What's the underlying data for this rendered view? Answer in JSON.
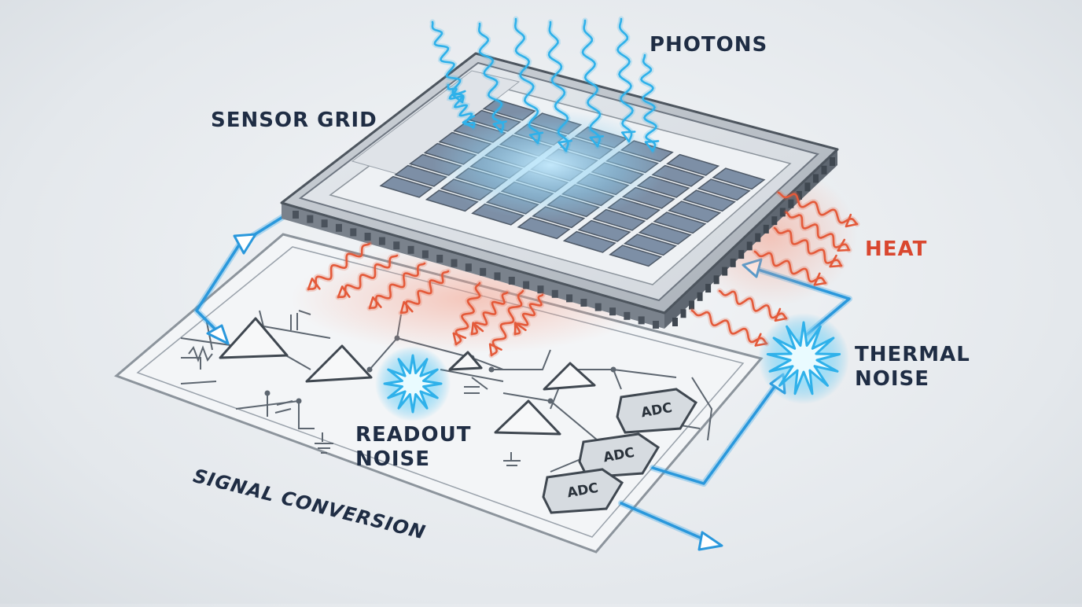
{
  "labels": {
    "photons": "PHOTONS",
    "sensor_grid": "SENSOR GRID",
    "heat": "HEAT",
    "thermal_noise": [
      "THERMAL",
      "NOISE"
    ],
    "readout_noise": [
      "READOUT",
      "NOISE"
    ],
    "signal_conversion": "SIGNAL CONVERSION",
    "adc": "ADC"
  },
  "colors": {
    "label_text": "#1f2d44",
    "heat_text": "#d9472f",
    "photon_blue": "#2fb1ea",
    "heat_red": "#e45a3a",
    "signal_blue": "#3aa7e6",
    "circuit_line": "#5d6670",
    "chip_frame": "#6e7681",
    "pixel_fill": "#7d8fa6"
  },
  "icons": {
    "photon": "wavy-arrow-icon",
    "heat": "wavy-arrow-icon",
    "noise": "spark-burst-icon",
    "amplifier": "triangle-amplifier-icon"
  }
}
